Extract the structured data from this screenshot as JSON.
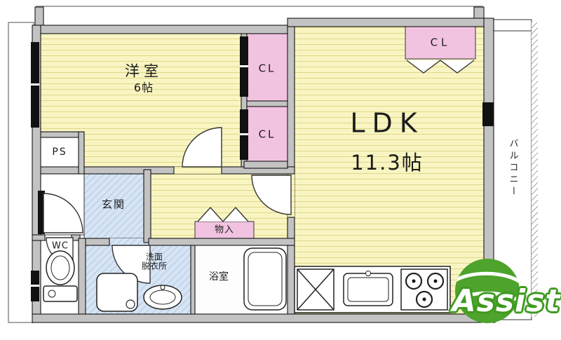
{
  "plan": {
    "rooms": {
      "western_room": {
        "name": "洋室",
        "size": "6帖"
      },
      "ldk": {
        "name": "LDK",
        "size": "11.3帖"
      },
      "closet_upper": {
        "label": "CL"
      },
      "closet_lower": {
        "label": "CL"
      },
      "closet_ldk": {
        "label": "CL"
      },
      "pipe_space": {
        "label": "PS"
      },
      "entrance": {
        "label": "玄関"
      },
      "storage": {
        "label": "物入"
      },
      "toilet": {
        "label": "WC"
      },
      "washroom": {
        "label_line1": "洗面",
        "label_line2": "脱衣所"
      },
      "bathroom": {
        "label": "浴室"
      },
      "balcony": {
        "label": "バルコニー"
      }
    },
    "colors": {
      "room_fill": "#f9f5c2",
      "room_stripe": "#ded789",
      "closet_fill": "#f2c3e1",
      "wet_area_fill": "#d7e4f4",
      "wall_fill": "#c3c3c3",
      "logo_green": "#4da32b"
    }
  },
  "watermark": {
    "text": "Assist"
  }
}
